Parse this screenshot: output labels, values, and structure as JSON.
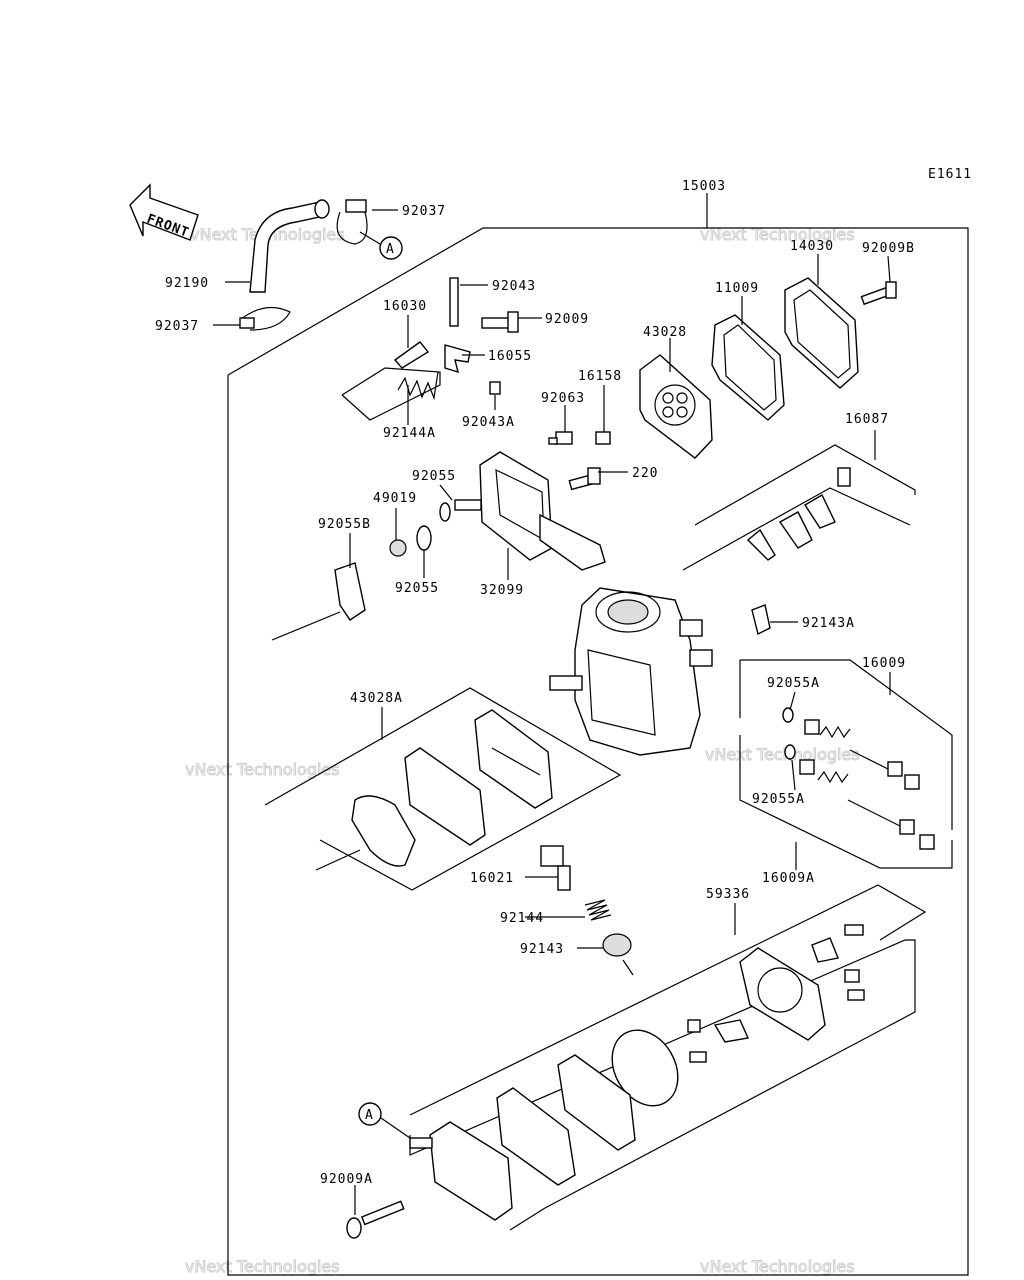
{
  "diagram_code": "E1611",
  "front_label": "FRONT",
  "ref_marker": "A",
  "watermark": [
    "vNext Technologies",
    "vNext Technologies"
  ],
  "labels": {
    "p15003": "15003",
    "p92037a": "92037",
    "p92190": "92190",
    "p92037b": "92037",
    "p92043": "92043",
    "p92009": "92009",
    "p16030": "16030",
    "p16055": "16055",
    "p92144a": "92144A",
    "p92043a": "92043A",
    "p43028": "43028",
    "p11009": "11009",
    "p14030": "14030",
    "p92009b": "92009B",
    "p16158": "16158",
    "p92063": "92063",
    "p220": "220",
    "p92055": "92055",
    "p49019": "49019",
    "p92055b": "92055B",
    "p92055c": "92055",
    "p32099": "32099",
    "p16087": "16087",
    "p92143a": "92143A",
    "p16009": "16009",
    "p92055a1": "92055A",
    "p92055a2": "92055A",
    "p16009a": "16009A",
    "p43028a": "43028A",
    "p16021": "16021",
    "p92144": "92144",
    "p92143": "92143",
    "p59336": "59336",
    "p92009a": "92009A"
  }
}
